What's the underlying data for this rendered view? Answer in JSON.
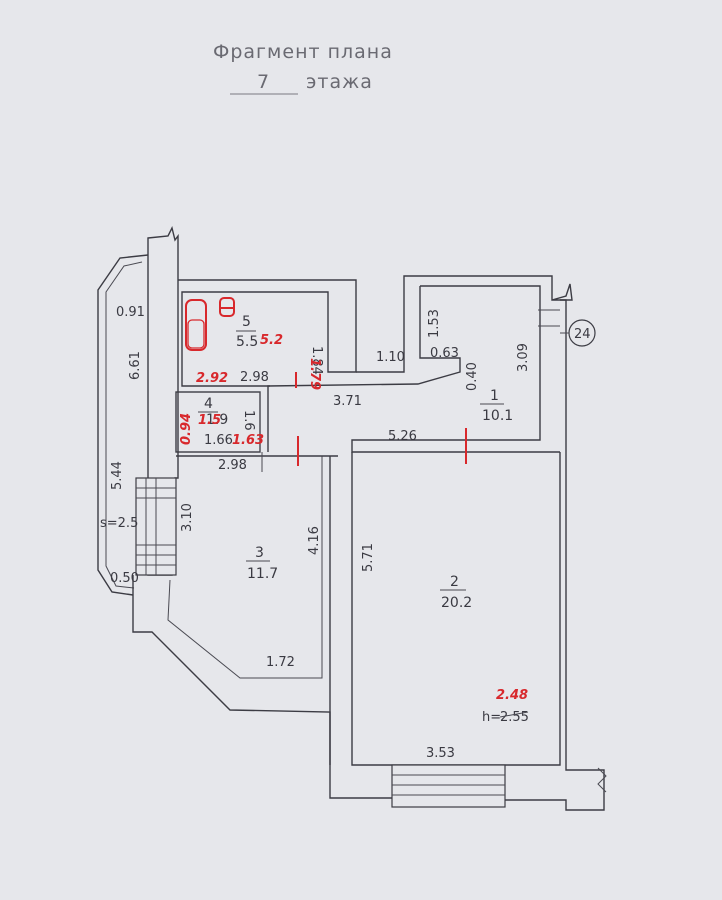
{
  "header": {
    "title": "Фрагмент плана",
    "floor_number": "7",
    "floor_word": "этажа"
  },
  "marker": "24",
  "rooms": {
    "r1": {
      "num": "1",
      "area": "10.1"
    },
    "r2": {
      "num": "2",
      "area": "20.2"
    },
    "r3": {
      "num": "3",
      "area": "11.7"
    },
    "r4": {
      "num": "4",
      "area": "1.9"
    },
    "r5": {
      "num": "5",
      "area": "5.5"
    }
  },
  "dims": {
    "d091": "0.91",
    "d661": "6.61",
    "d544": "5.44",
    "d050": "0.50",
    "d298a": "2.98",
    "d184": "1.84",
    "d16": "1.6",
    "d166": "1.66",
    "d298b": "2.98",
    "d310": "3.10",
    "d416": "4.16",
    "d172": "1.72",
    "d110": "1.10",
    "d371": "3.71",
    "d526": "5.26",
    "d571": "5.71",
    "d153": "1.53",
    "d063": "0.63",
    "d040": "0.40",
    "d309": "3.09",
    "d353": "3.53"
  },
  "balcony_area": "s=2.5",
  "ceiling": {
    "label": "h=",
    "value": "2.55",
    "corrected": "2.48"
  },
  "corrections": {
    "r5_area": "5.2",
    "r4_area": "1.5",
    "r4_width": "0.94",
    "r4_len": "1.63",
    "r5_len": "2.92",
    "r5_width": "1.79"
  }
}
